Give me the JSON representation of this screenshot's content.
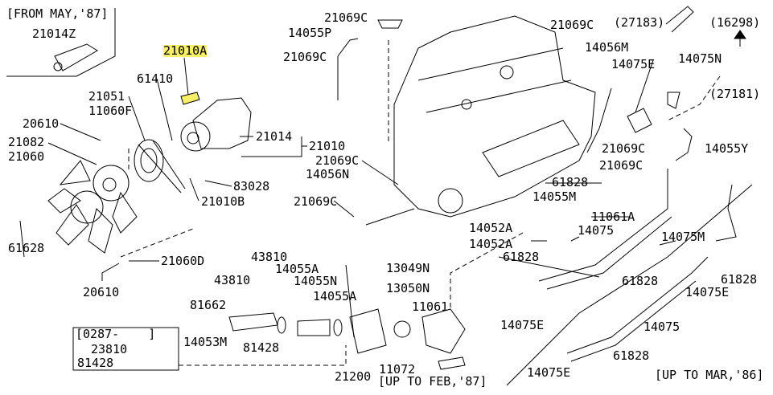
{
  "diagram": {
    "highlight_color": "#f7ee6a",
    "labels": [
      "[FROM MAY,'87]",
      "21014Z",
      "21010A",
      "61410",
      "21051",
      "11060F",
      "20610",
      "21082",
      "21060",
      "21014",
      "21010",
      "83028",
      "21010B",
      "61628",
      "21060D",
      "20610",
      "21069C",
      "14055P",
      "21069C",
      "21069C",
      "14056N",
      "21069C",
      "21069C",
      "(27183)",
      "(16298)",
      "14056M",
      "14075E",
      "14075N",
      "(27181)",
      "21069C",
      "14055Y",
      "21069C",
      "61828",
      "14055M",
      "11061A",
      "14052A",
      "14075",
      "14052A",
      "61828",
      "14075M",
      "61828",
      "61828",
      "14075E",
      "13049N",
      "13050N",
      "11061",
      "14075E",
      "14075",
      "61828",
      "14075E",
      "[UP TO MAR,'86]",
      "11072",
      "[UP TO FEB,'87]",
      "21200",
      "43810",
      "14055A",
      "43810",
      "14055N",
      "14055A",
      "81662",
      "14053M",
      "81428",
      "[0287-    ]",
      "23810",
      "81428"
    ]
  }
}
